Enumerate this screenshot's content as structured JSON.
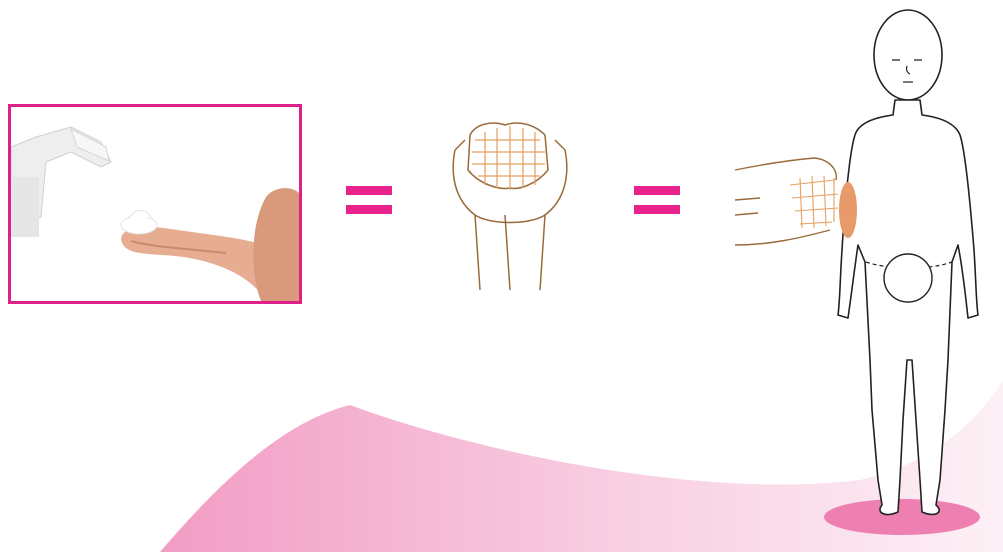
{
  "illustration": {
    "accent_color": "#e0208a",
    "skin_shade_color": "#e89a6a",
    "sketch_color": "#9a6a3a",
    "background_arc_color": "#f4b8d4",
    "panels": [
      {
        "name": "cream-dose-on-fingertip",
        "icon": "pump-bottle-icon"
      },
      {
        "name": "equals-sign",
        "icon": "equals-icon"
      },
      {
        "name": "two-cupped-hands",
        "icon": "cupped-hands-icon"
      },
      {
        "name": "equals-sign",
        "icon": "equals-icon"
      },
      {
        "name": "child-body-diagram",
        "icon": "child-figure-icon"
      }
    ]
  }
}
